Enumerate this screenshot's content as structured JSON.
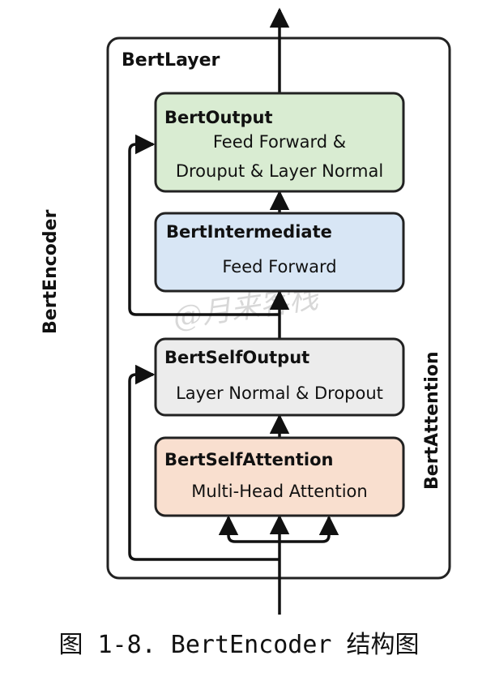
{
  "outer_label": "BertEncoder",
  "layer_label": "BertLayer",
  "attention_group_label": "BertAttention",
  "blocks": {
    "output": {
      "title": "BertOutput",
      "line1": "Feed Forward &",
      "line2": "Drouput & Layer Normal",
      "fill": "#d9ecd2"
    },
    "intermediate": {
      "title": "BertIntermediate",
      "line1": "Feed Forward",
      "fill": "#d8e6f5"
    },
    "self_output": {
      "title": "BertSelfOutput",
      "line1": "Layer Normal & Dropout",
      "fill": "#ececec"
    },
    "self_attention": {
      "title": "BertSelfAttention",
      "line1": "Multi-Head Attention",
      "fill": "#f9dfcf"
    }
  },
  "watermark": "@月来客栈",
  "caption": "图 1-8. BertEncoder 结构图",
  "colors": {
    "stroke": "#111111",
    "frame": "#222222"
  }
}
